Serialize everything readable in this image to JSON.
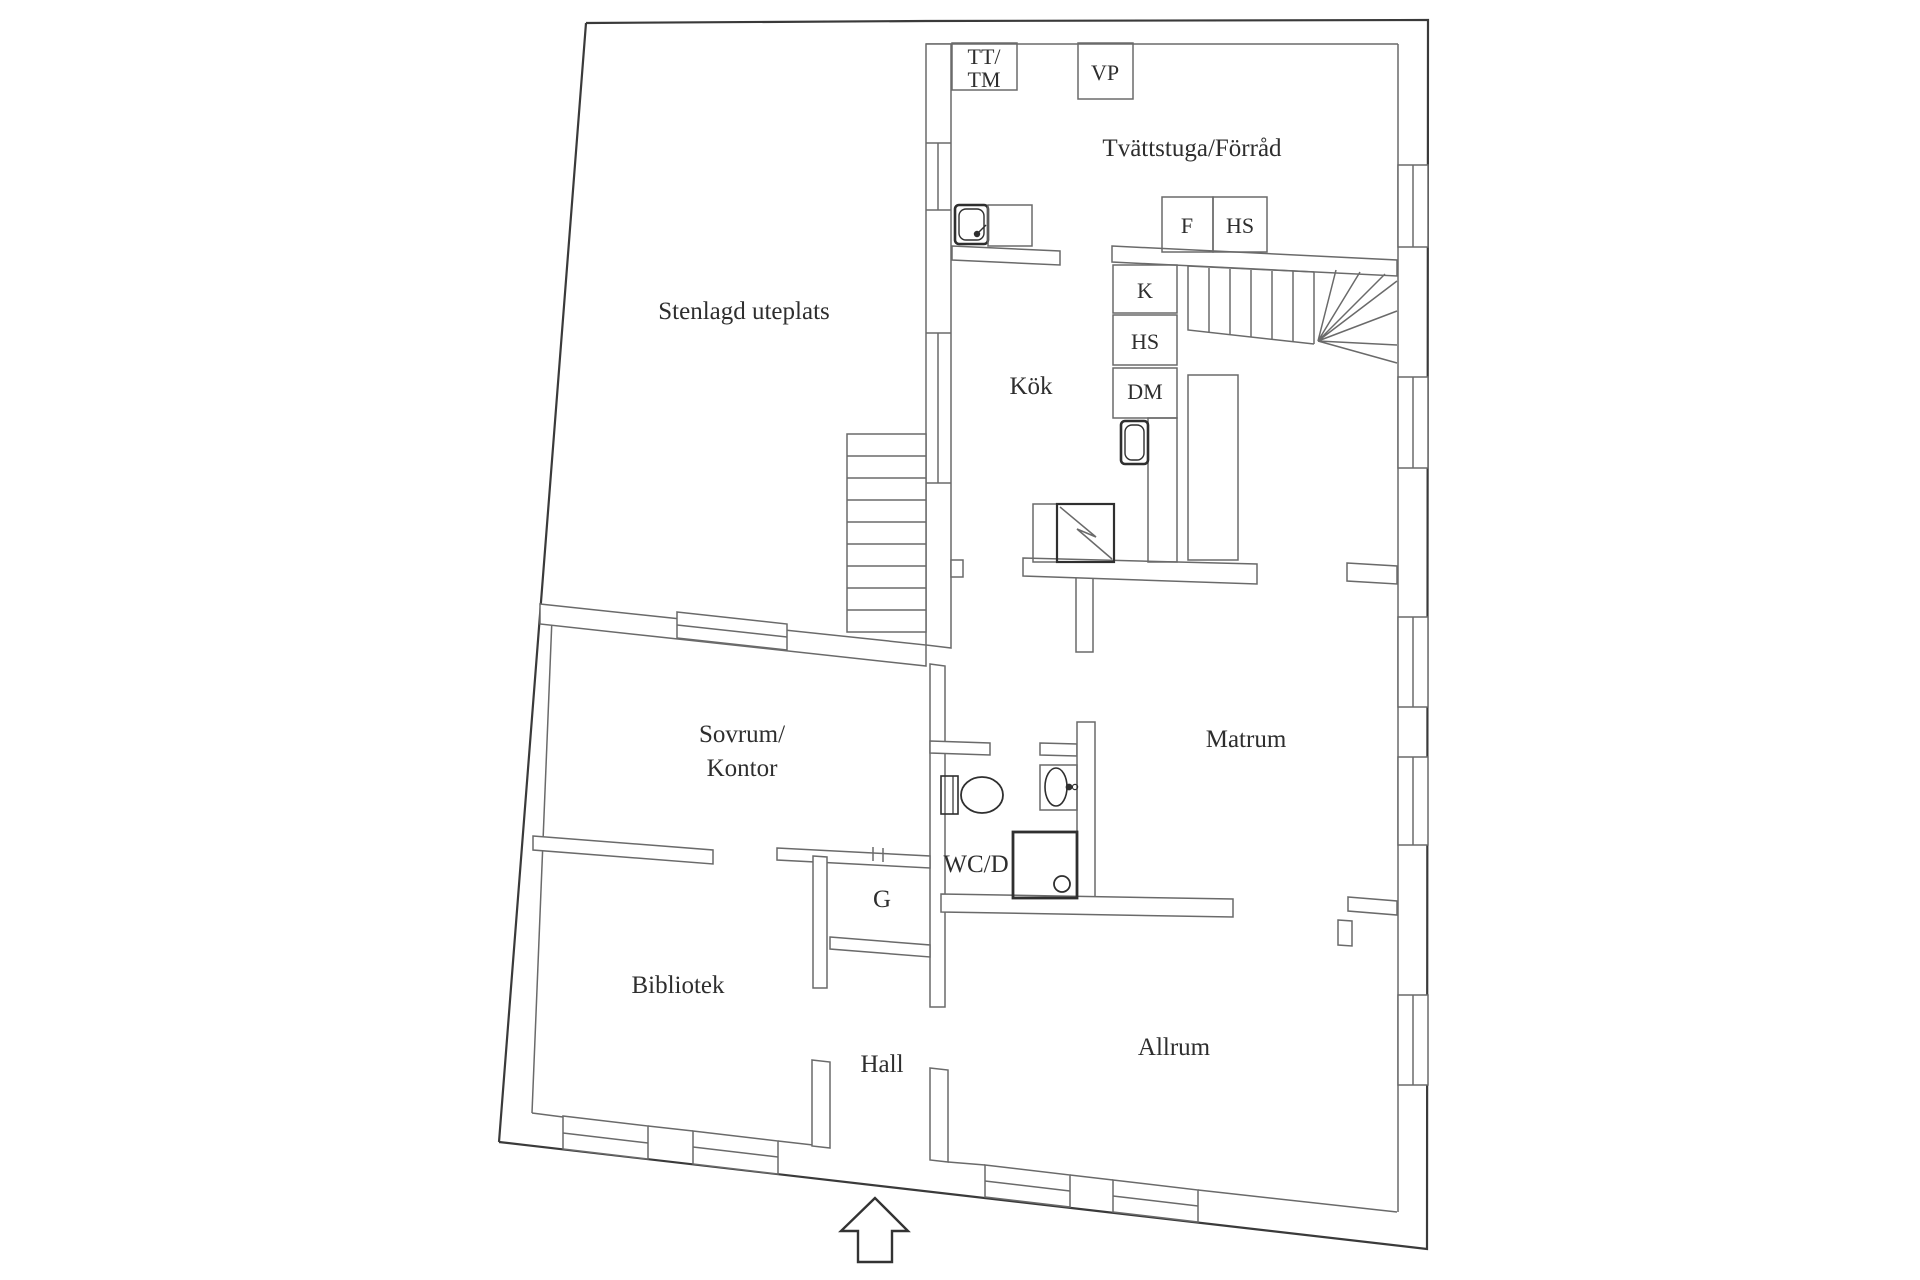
{
  "plan": {
    "rooms": {
      "patio": "Stenlagd uteplats",
      "laundry": "Tvättstuga/Förråd",
      "kitchen": "Kök",
      "bedroom_line1": "Sovrum/",
      "bedroom_line2": "Kontor",
      "dining": "Matrum",
      "wc": "WC/D",
      "closet": "G",
      "library": "Bibliotek",
      "hall": "Hall",
      "living": "Allrum"
    },
    "appliances": {
      "dryer_washer_line1": "TT/",
      "dryer_washer_line2": "TM",
      "heat_pump": "VP",
      "freezer": "F",
      "cabinet_top": "HS",
      "fridge": "K",
      "cabinet_mid": "HS",
      "dishwasher": "DM"
    },
    "colors": {
      "background": "#ffffff",
      "outer_wall": "#3a3a3a",
      "inner_wall": "#6a6a6a",
      "fixture": "#2f2f2f",
      "text": "#2e2e2e"
    }
  }
}
